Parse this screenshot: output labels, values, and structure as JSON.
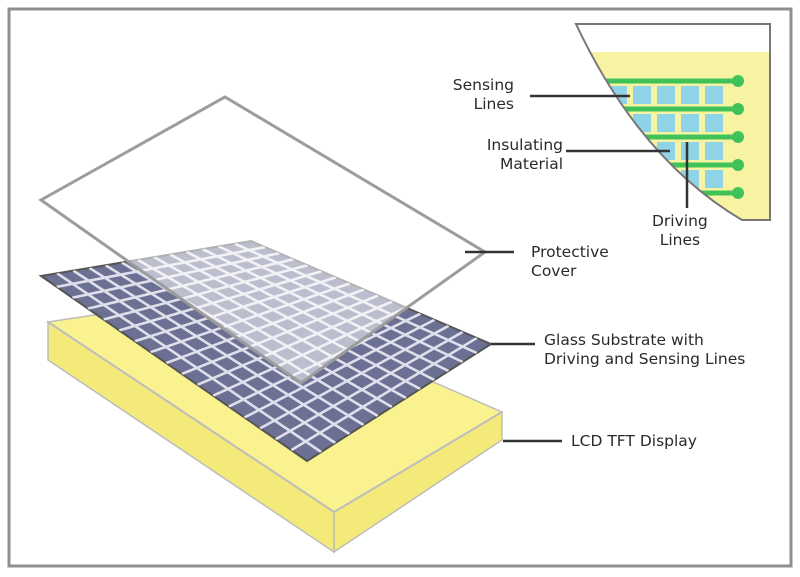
{
  "colors": {
    "frame": "#8f8f8f",
    "lcd_top": "#f9f28e",
    "lcd_side": "#f3ea7a",
    "lcd_edge": "#bdbdbd",
    "glass_fill": "#6c7093",
    "grid_line": "#dfe0ec",
    "cover_fill": "#ffffff",
    "cover_edge": "#9c9c9c",
    "leader": "#333333",
    "sensing_line": "#3fc257",
    "driving_cell": "#f7f3a3",
    "insulating_cell": "#8fd3e6"
  },
  "labels": {
    "sensing_lines": [
      "Sensing",
      "Lines"
    ],
    "insulating_material": [
      "Insulating",
      "Material"
    ],
    "driving_lines": [
      "Driving",
      "Lines"
    ],
    "protective_cover": [
      "Protective",
      "Cover"
    ],
    "glass_substrate": [
      "Glass Substrate with",
      "Driving and Sensing Lines"
    ],
    "lcd_display": [
      "LCD TFT Display"
    ]
  }
}
